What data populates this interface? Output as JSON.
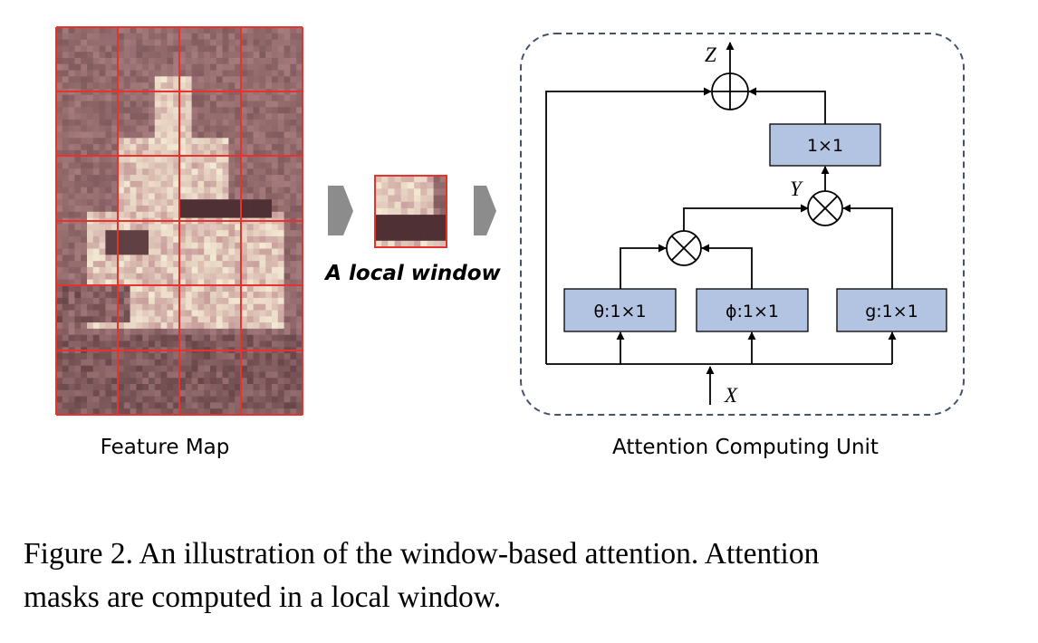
{
  "feature_map": {
    "label": "Feature Map"
  },
  "local_window": {
    "label": "A local window"
  },
  "attention_unit": {
    "label": "Attention Computing Unit",
    "output_label": "Z",
    "input_label": "X",
    "y_label": "Y",
    "boxes": {
      "output_conv": "1×1",
      "theta": "θ:1×1",
      "phi": "ϕ:1×1",
      "g": "g:1×1"
    }
  },
  "colors": {
    "grid_line": "#e8322e",
    "conv_box_fill": "#b3c4e3",
    "dashed_border": "#44546a",
    "arrow_gray": "#8c8c8c",
    "image_light": "#f3e9d2",
    "image_dark": "#2a1016"
  },
  "caption": {
    "line1": "Figure 2. An illustration of the window-based attention. Attention",
    "line2": "masks are computed in a local window."
  }
}
